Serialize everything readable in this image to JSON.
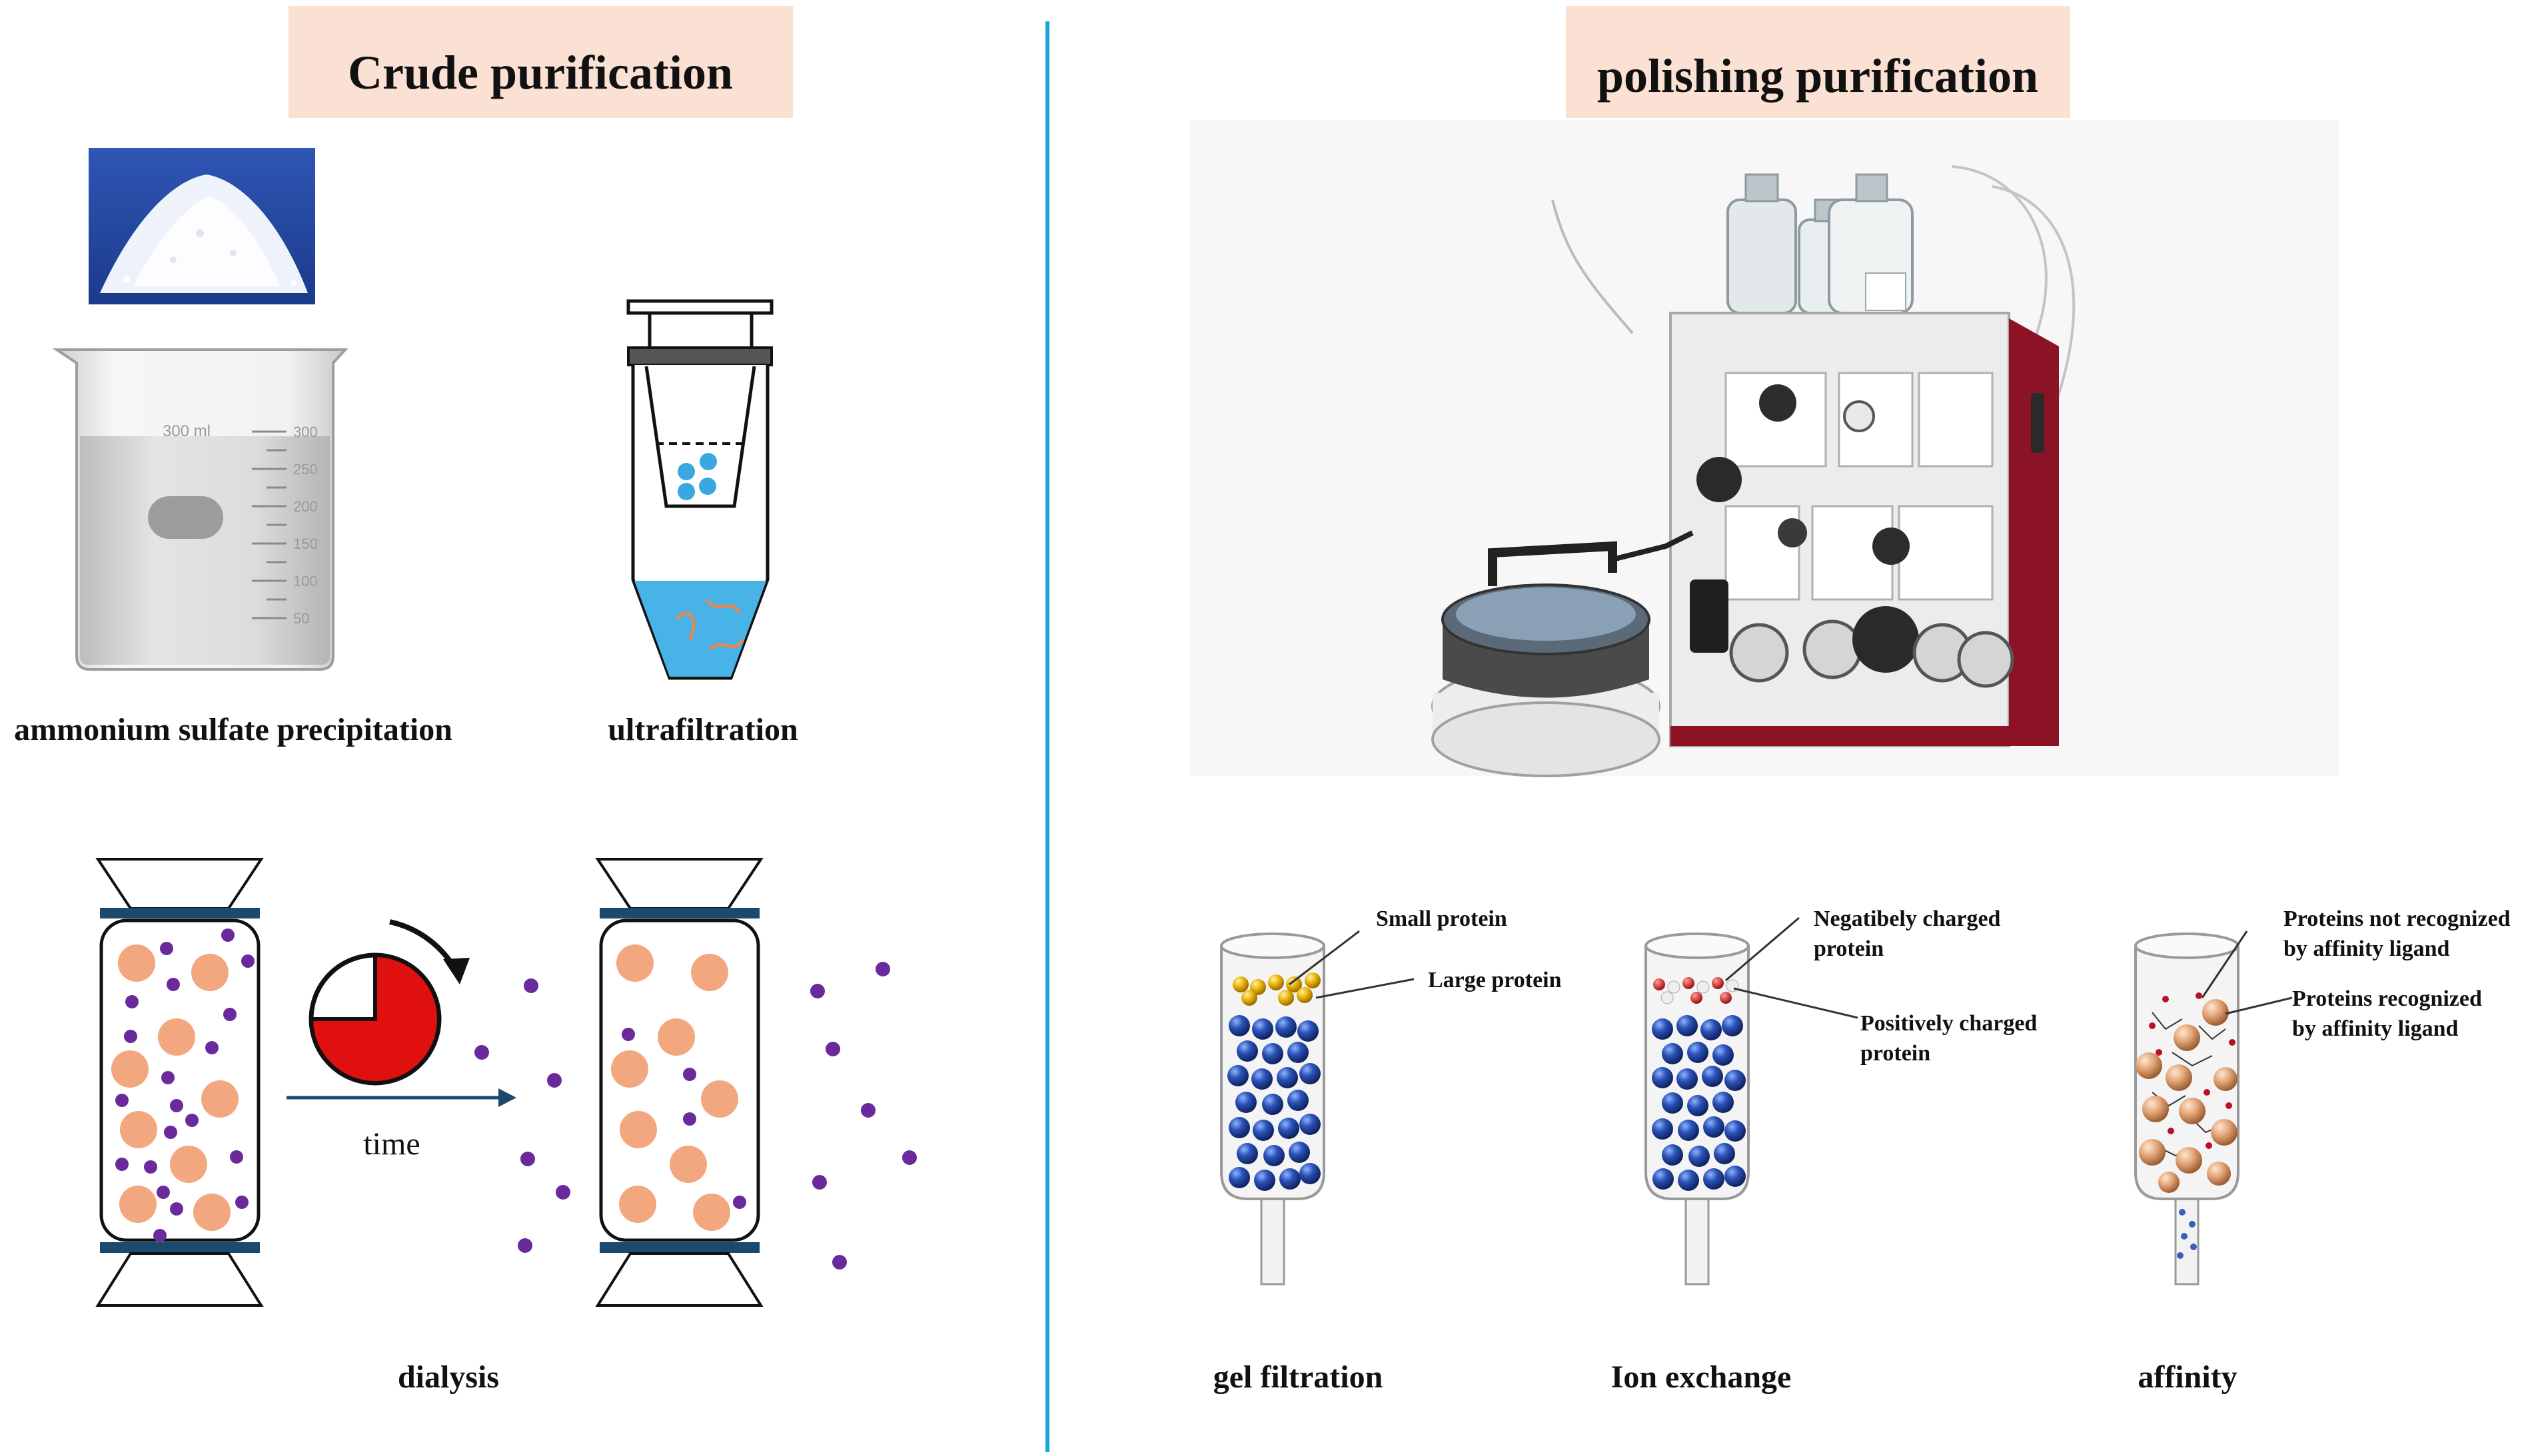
{
  "panels": {
    "left": {
      "title": "Crude purification"
    },
    "right": {
      "title": "polishing purification"
    }
  },
  "crude": {
    "ammonium_label": "ammonium sulfate precipitation",
    "ultrafiltration_label": "ultrafiltration",
    "dialysis_label": "dialysis",
    "time_label": "time",
    "beaker_volume": "300 ml",
    "beaker_ticks": [
      "300",
      "250",
      "200",
      "150",
      "100",
      "50"
    ]
  },
  "polishing": {
    "gel": {
      "label": "gel filtration",
      "small_protein": "Small protein",
      "large_protein": "Large protein"
    },
    "ion": {
      "label": "Ion exchange",
      "neg_line1": "Negatibely charged",
      "neg_line2": "protein",
      "pos_line1": "Positively charged",
      "pos_line2": "protein"
    },
    "affinity": {
      "label": "affinity",
      "notrec_line1": "Proteins not recognized",
      "notrec_line2": "by affinity ligand",
      "rec_line1": "Proteins recognized",
      "rec_line2": "by affinity ligand"
    }
  },
  "colors": {
    "title_bg": "#fbe1d3",
    "divider": "#1aa6dc",
    "orange": "#f2a77e",
    "purple": "#6a2a9b",
    "red": "#e01010",
    "navy": "#1b4a6e",
    "blue_bead": "#2a4fa8",
    "yellow_bead": "#e8b40a",
    "machine_red": "#8c1326"
  }
}
